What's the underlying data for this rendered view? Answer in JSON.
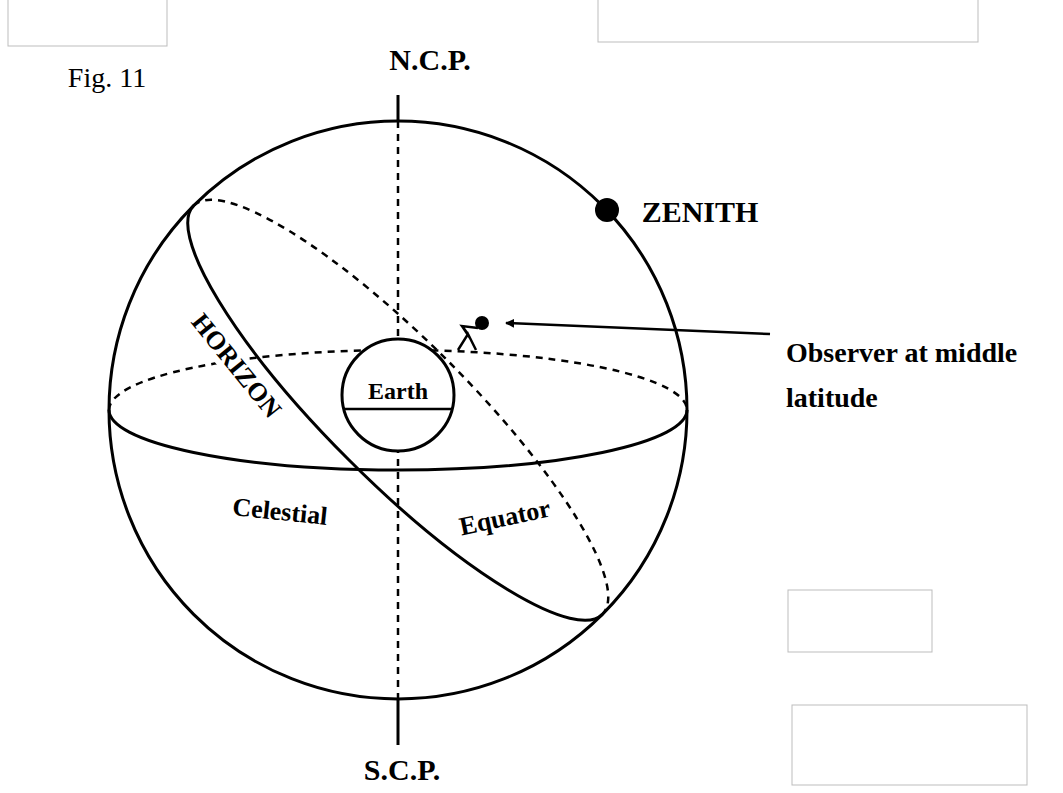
{
  "diagram": {
    "nodes": [
      {
        "text": [
          "Earth"
        ]
      }
    ],
    "labels": [
      "Fig. 11",
      "N.C.P.",
      "ZENITH",
      "HORIZON",
      "Celestial",
      "Equator",
      "Observer at middle latitude",
      "S.C.P."
    ]
  }
}
